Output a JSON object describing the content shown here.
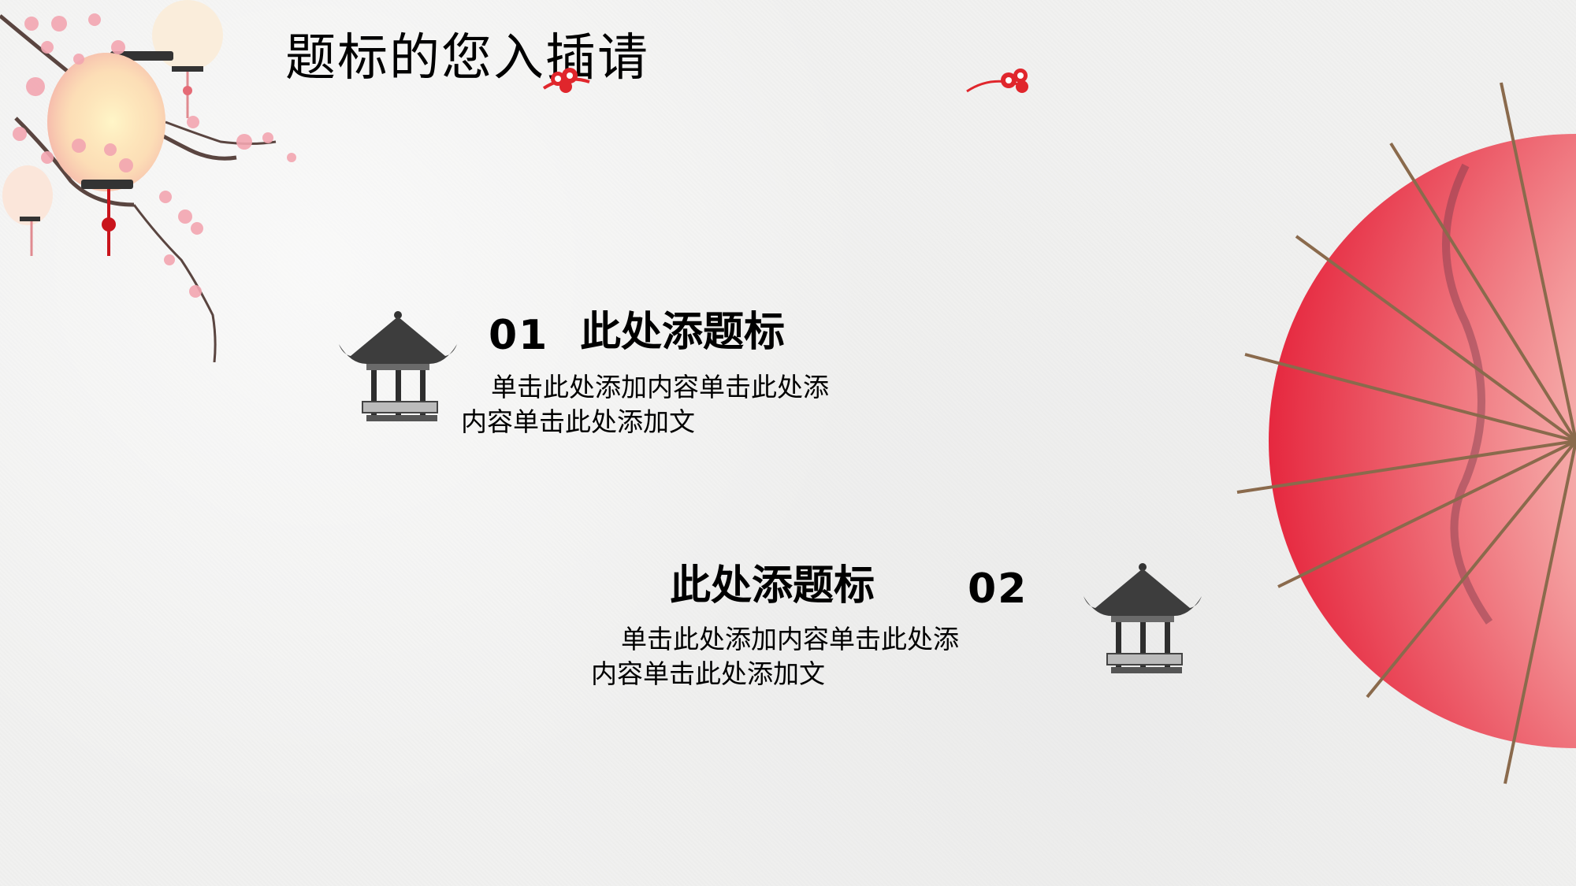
{
  "slide": {
    "title": "题标的您入插请",
    "background_color": "#f1f1f0",
    "accent_color": "#e0262c"
  },
  "items": [
    {
      "number": "01",
      "heading": "此处添题标",
      "body_line1": "单击此处添加内容单击此处添",
      "body_line2": "内容单击此处添加文"
    },
    {
      "number": "02",
      "heading": "此处添题标",
      "body_line1": "单击此处添加内容单击此处添",
      "body_line2": "内容单击此处添加文"
    }
  ],
  "decorations": {
    "top_left": "cherry-blossom-lantern",
    "right": "red-oil-paper-umbrella",
    "clouds": "red-auspicious-cloud",
    "pavilion": "chinese-pavilion"
  }
}
